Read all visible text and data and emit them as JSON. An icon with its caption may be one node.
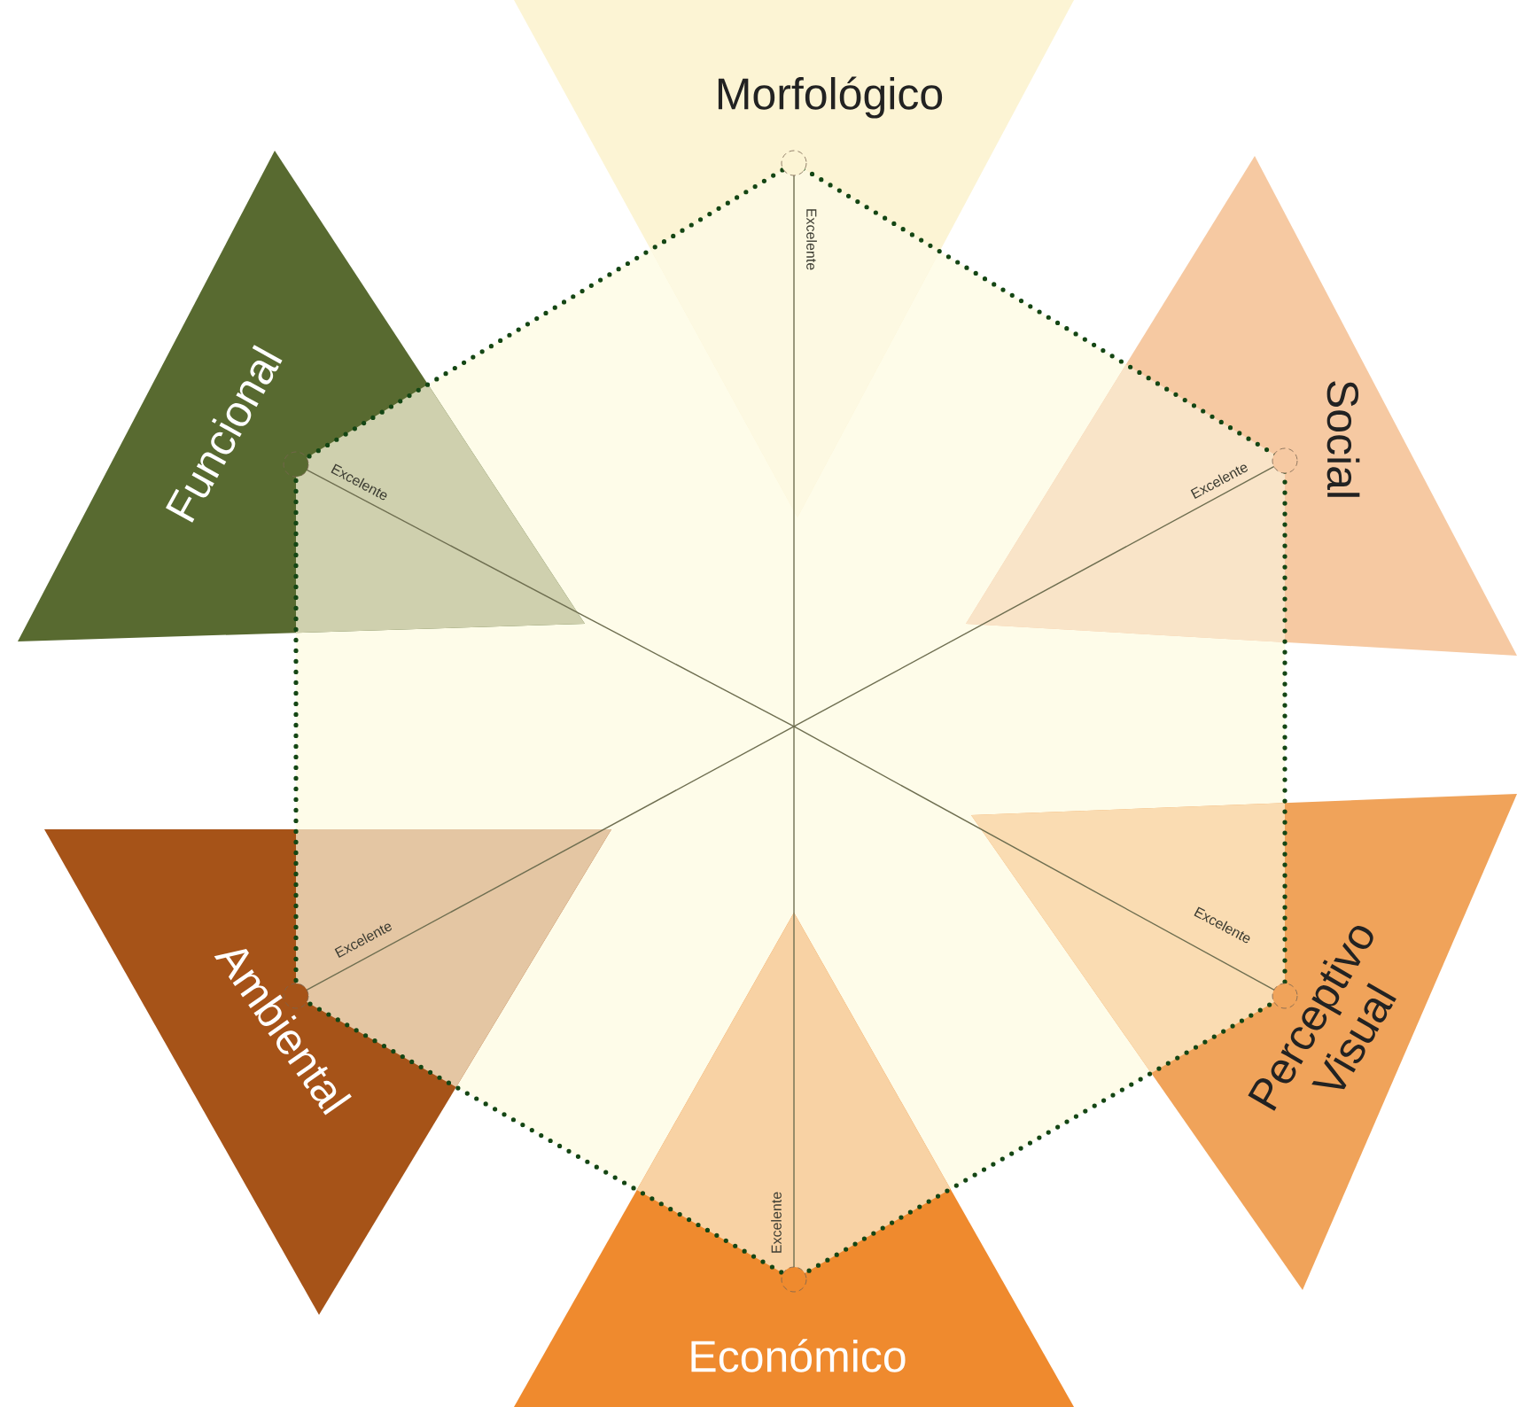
{
  "diagram": {
    "nodes": [
      {
        "text": [
          "Morfológico"
        ]
      },
      {
        "text": [
          "Social"
        ]
      },
      {
        "text": [
          "Perceptivo Visual"
        ]
      },
      {
        "text": [
          "Económico"
        ]
      },
      {
        "text": [
          "Ambiental"
        ]
      },
      {
        "text": [
          "Funcional"
        ]
      }
    ],
    "labels": [
      "Excelente",
      "Excelente",
      "Excelente",
      "Excelente",
      "Excelente",
      "Excelente"
    ]
  }
}
